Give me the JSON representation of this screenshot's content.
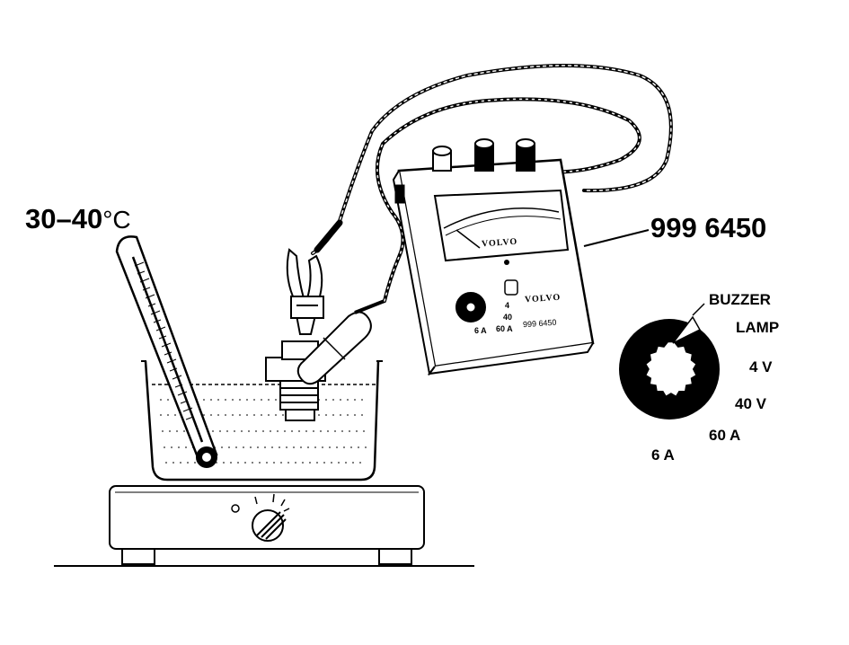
{
  "labels": {
    "temperature": "30–40",
    "temperature_unit": "°C",
    "tool_number": "999 6450",
    "meter_brand": "VOLVO",
    "meter_brand_panel": "VOLVO",
    "meter_panel_number": "999 6450"
  },
  "selector_positions": [
    {
      "key": "buzzer",
      "label": "BUZZER"
    },
    {
      "key": "lamp",
      "label": "LAMP"
    },
    {
      "key": "4v",
      "label": "4 V"
    },
    {
      "key": "40v",
      "label": "40 V"
    },
    {
      "key": "60a",
      "label": "60 A"
    },
    {
      "key": "6a",
      "label": "6 A"
    }
  ],
  "meter_knob_labels": {
    "label_4": "4",
    "label_40": "40",
    "label_6a": "6 A",
    "label_60a": "60 A"
  }
}
